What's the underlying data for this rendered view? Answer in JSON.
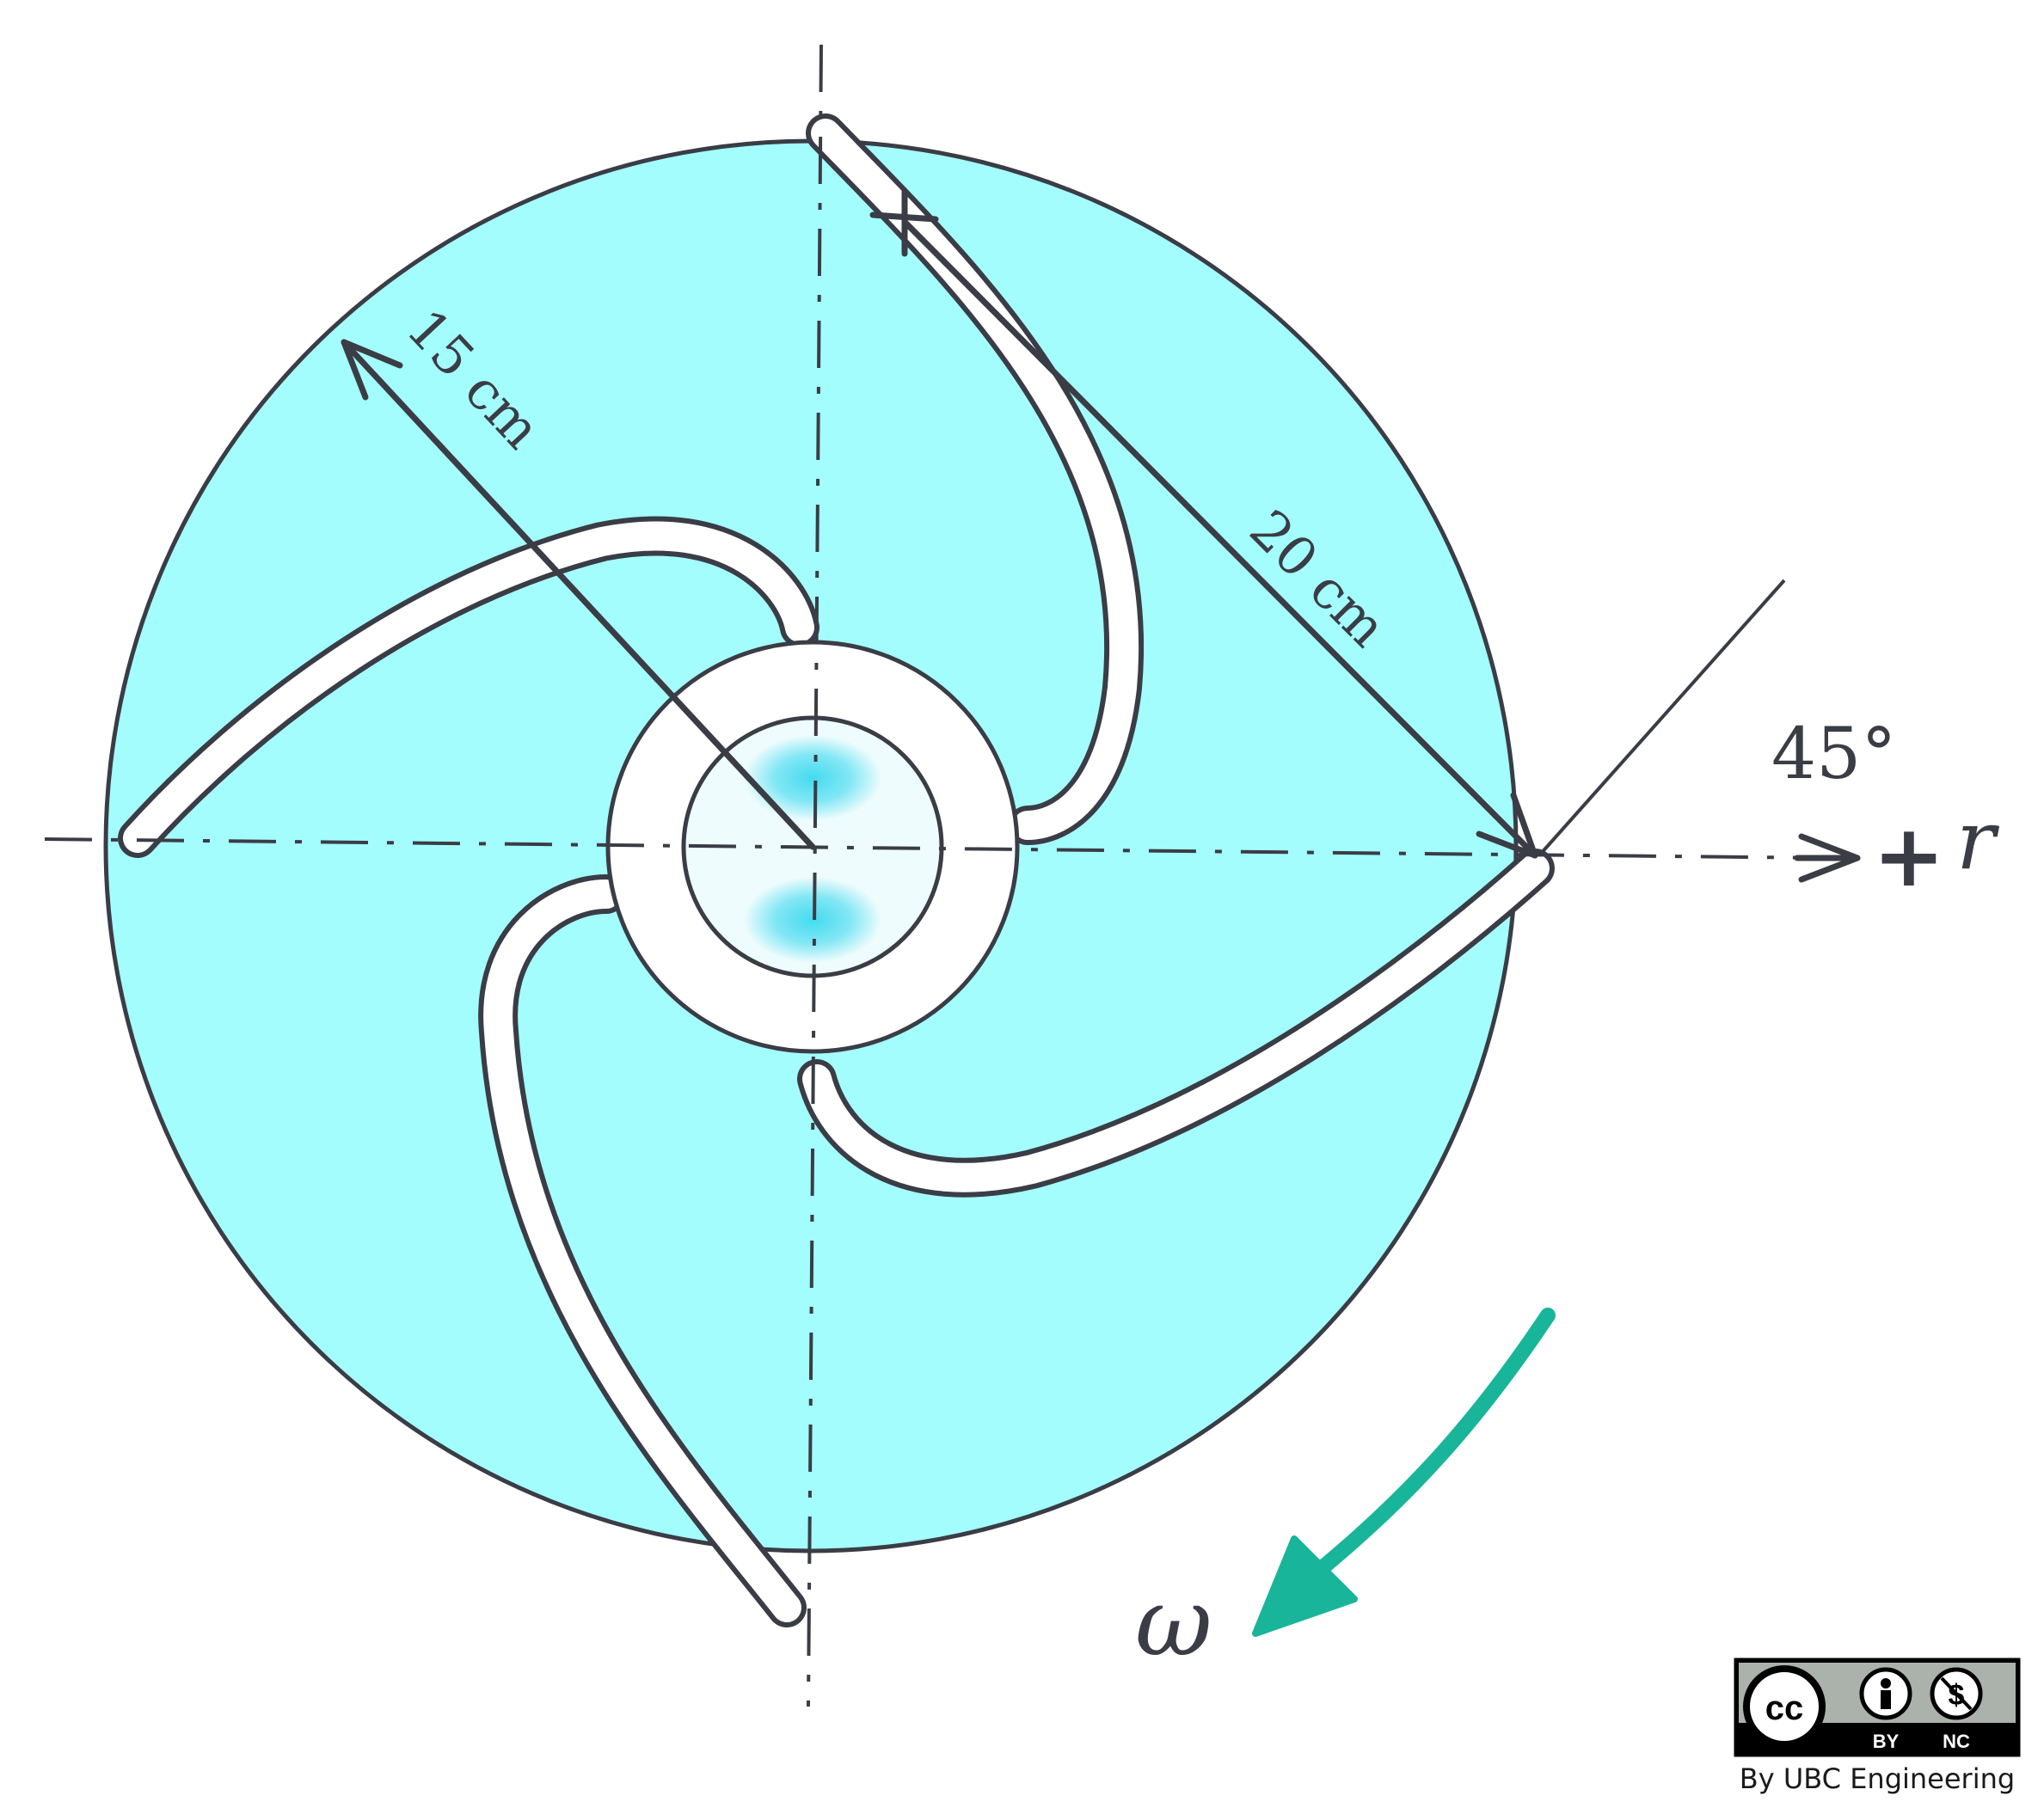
{
  "labels": {
    "radius_inner": "15 cm",
    "radius_outer": "20 cm",
    "angle": "45°",
    "axis_positive": "+",
    "axis_symbol": "r",
    "omega": "ω"
  },
  "license": {
    "cc_icon": "cc-icon",
    "by_icon": "person-icon",
    "nc_icon": "no-dollar-icon",
    "by_text": "BY",
    "nc_text": "NC",
    "credit": "By UBC Engineering"
  },
  "colors": {
    "disk_fill": "#a4fdfd",
    "outline": "#3a3d45",
    "omega_arrow": "#18b59a",
    "hub_fill": "#eefcfd",
    "hub_accent": "#3ad9ef"
  }
}
